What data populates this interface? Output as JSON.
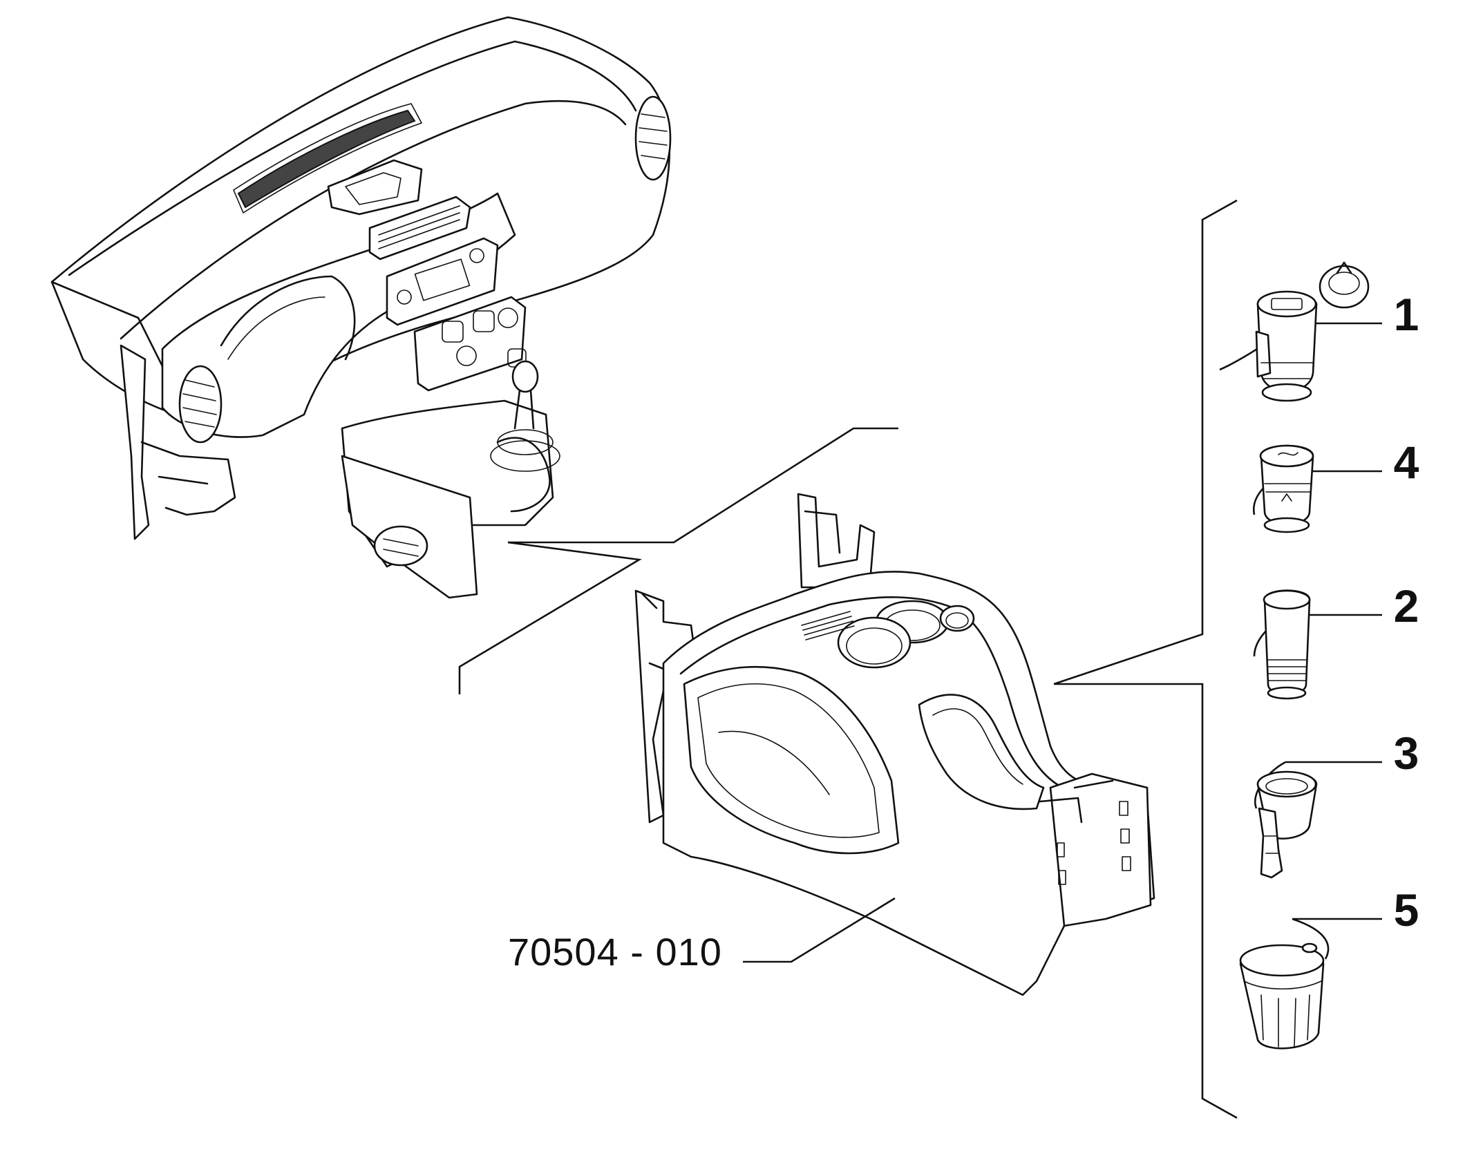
{
  "diagram": {
    "reference_code": "70504 - 010",
    "callouts": [
      {
        "id": "1",
        "label": "1",
        "part": "cigar-lighter-socket-with-cap"
      },
      {
        "id": "4",
        "label": "4",
        "part": "lighter-plug"
      },
      {
        "id": "2",
        "label": "2",
        "part": "lighter-element"
      },
      {
        "id": "3",
        "label": "3",
        "part": "socket-housing"
      },
      {
        "id": "5",
        "label": "5",
        "part": "ashtray-cup"
      }
    ],
    "colors": {
      "line": "#111111",
      "background": "#ffffff"
    }
  }
}
